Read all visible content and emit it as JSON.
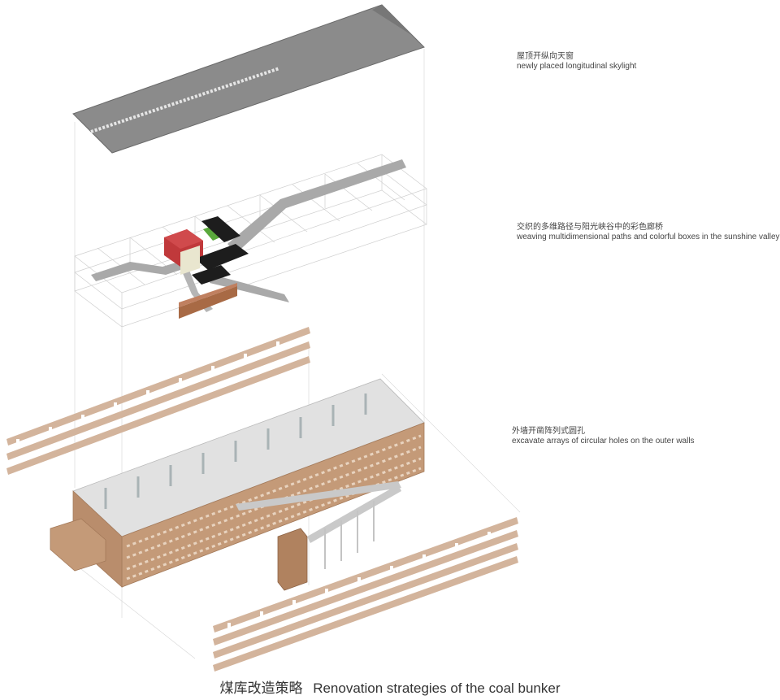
{
  "labels": {
    "skylight": {
      "cn": "屋顶开纵向天窗",
      "en": "newly placed longitudinal skylight"
    },
    "paths": {
      "cn": "交织的多维路径与阳光峡谷中的彩色廊桥",
      "en": "weaving multidimensional paths and colorful boxes in the sunshine valley"
    },
    "holes": {
      "cn": "外墙开凿阵列式圆孔",
      "en": "excavate arrays of circular holes on the outer walls"
    }
  },
  "caption": {
    "cn": "煤库改造策略",
    "en": "Renovation strategies of the coal bunker"
  },
  "colors": {
    "roof": "#8a8a8a",
    "roof_dark": "#6f6f6f",
    "brick": "#c49a78",
    "brick_dark": "#a47a5a",
    "hole": "#e8d3bf",
    "box_red": "#c0393b",
    "box_green": "#5aa83c",
    "box_black": "#1d1d1d",
    "grid": "#c9c9c9"
  }
}
